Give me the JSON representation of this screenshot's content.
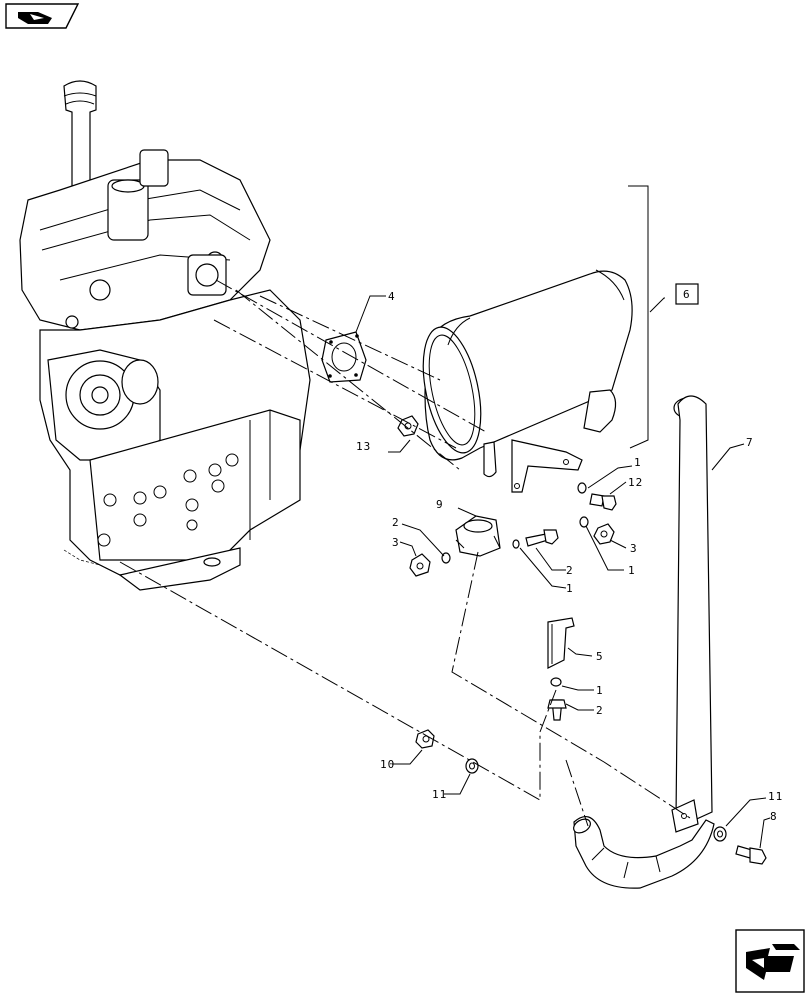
{
  "callouts": {
    "c1a": "1",
    "c1b": "1",
    "c1c": "1",
    "c1d": "1",
    "c2a": "2",
    "c2b": "2",
    "c2c": "2",
    "c3a": "3",
    "c3b": "3",
    "c4": "4",
    "c5": "5",
    "c6": "6",
    "c7": "7",
    "c8": "8",
    "c9": "9",
    "c10": "10",
    "c11a": "11",
    "c11b": "11",
    "c12": "12",
    "c13": "13"
  },
  "icons": {
    "top_left": "view-direction-icon",
    "bottom_right": "next-page-arrow-icon"
  }
}
